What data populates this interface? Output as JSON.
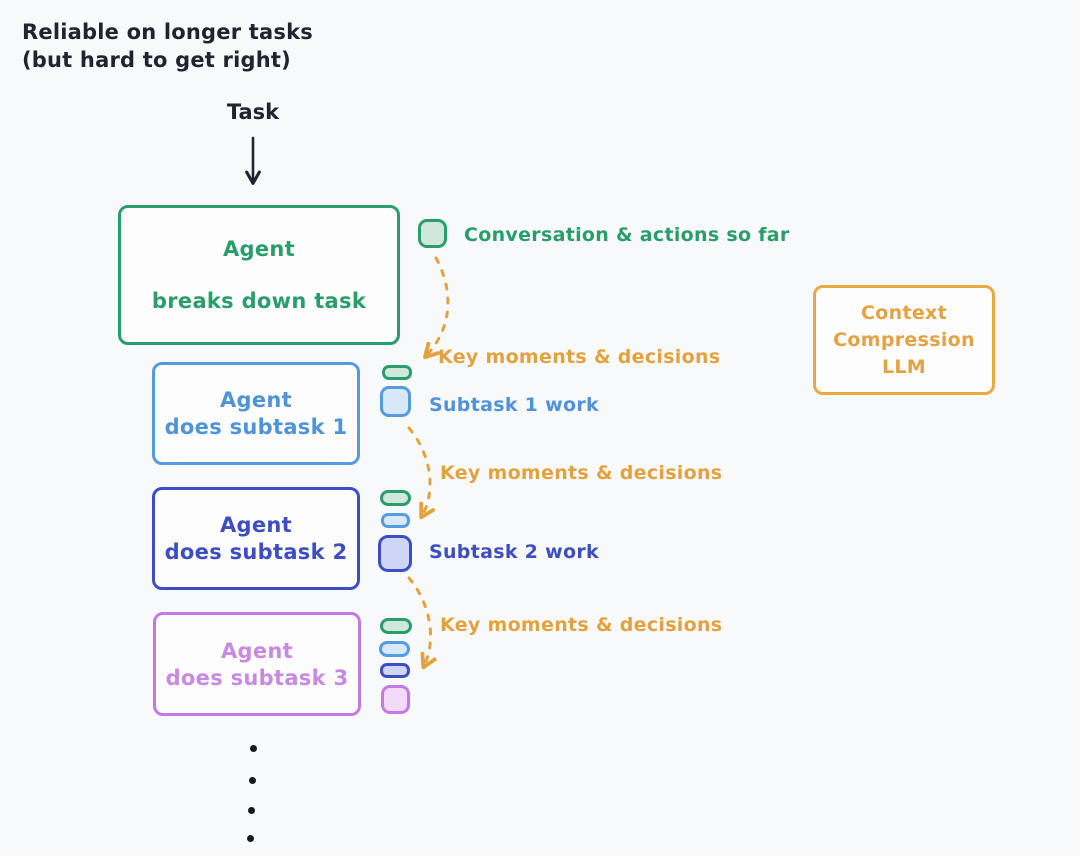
{
  "header": {
    "line1": "Reliable on longer tasks",
    "line2": "(but hard to get right)"
  },
  "task_label": "Task",
  "agent_box": {
    "line1": "Agent",
    "line2": "breaks down task"
  },
  "labels": {
    "conversation": "Conversation & actions so far",
    "key_moments": "Key moments & decisions"
  },
  "subtasks": [
    {
      "line1": "Agent",
      "line2": "does subtask 1",
      "work_label": "Subtask 1 work"
    },
    {
      "line1": "Agent",
      "line2": "does subtask 2",
      "work_label": "Subtask 2 work"
    },
    {
      "line1": "Agent",
      "line2": "does subtask 3"
    }
  ],
  "context_box": {
    "line1": "Context",
    "line2": "Compression",
    "line3": "LLM"
  },
  "colors": {
    "background": "#f8f9fb",
    "text_dark": "#20242e",
    "green": "#2a9d6c",
    "blue": "#559bdd",
    "indigo": "#3c4ec2",
    "purple": "#c47ae2",
    "orange": "#e2a23f"
  }
}
